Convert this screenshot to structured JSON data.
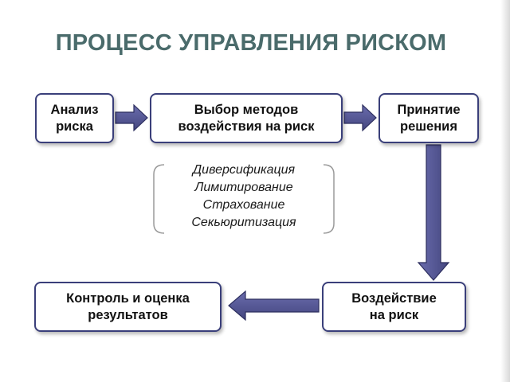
{
  "title": "ПРОЦЕСС УПРАВЛЕНИЯ РИСКОМ",
  "nodes": {
    "analysis": "Анализ\nриска",
    "method_selection": "Выбор методов\nвоздействия на риск",
    "decision": "Принятие\nрешения",
    "impact": "Воздействие\nна риск",
    "control": "Контроль и оценка\nрезультатов"
  },
  "methods": [
    "Диверсификация",
    "Лимитирование",
    "Страхование",
    "Секьюритизация"
  ],
  "colors": {
    "title": "#4a6b6b",
    "box_border": "#3a3f7a",
    "arrow_fill": "#4f5190",
    "arrow_stroke": "#2c2e5e",
    "bracket": "#9a9a9a"
  }
}
